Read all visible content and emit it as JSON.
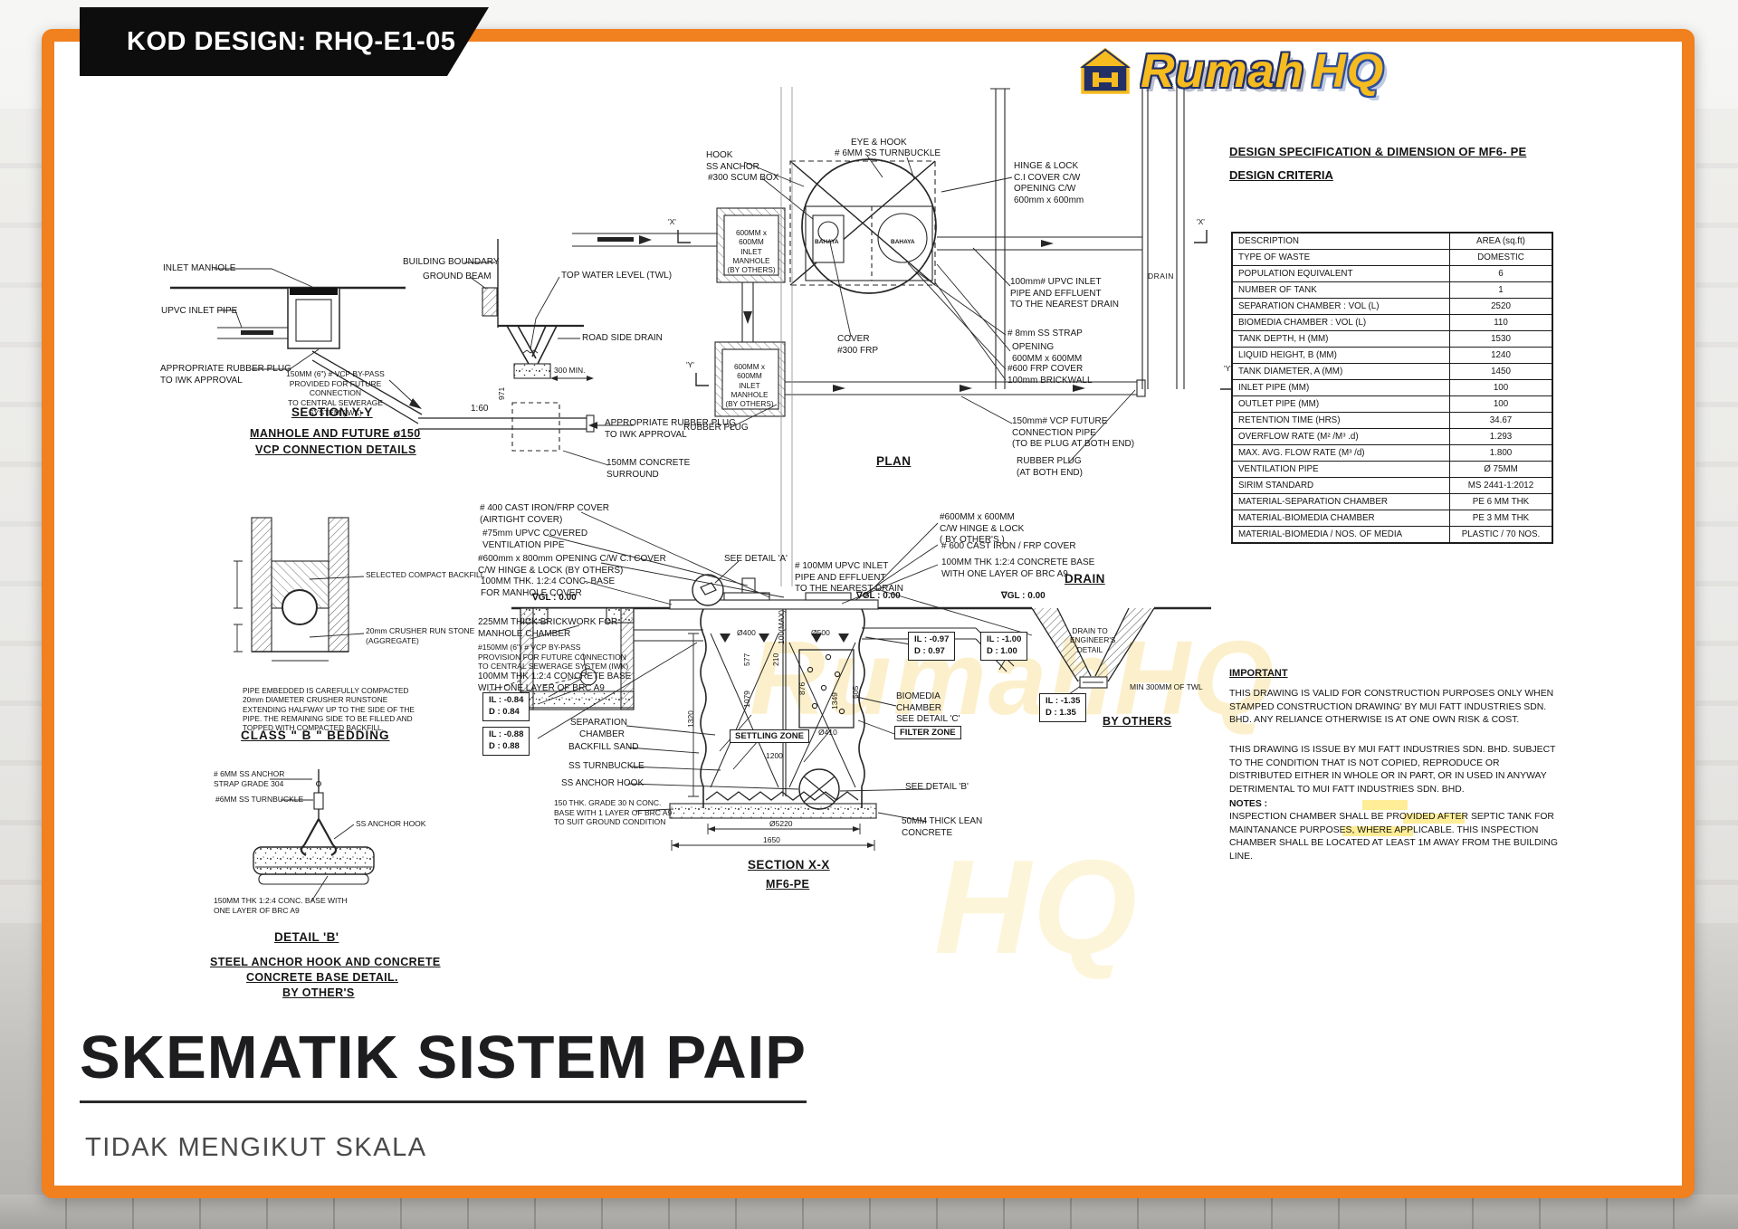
{
  "banner": {
    "text": "KOD DESIGN: RHQ-E1-05"
  },
  "logo": {
    "word1": "Rumah",
    "word2": "HQ"
  },
  "colors": {
    "frame_orange": "#f1801f",
    "banner_black": "#0d0d0d",
    "logo_yellow": "#f6bb1f",
    "logo_navy": "#223066",
    "logo_blue": "#2d4f9e",
    "ink": "#1c1c1c",
    "watermark_yellow": "#f2c532"
  },
  "watermark": {
    "text1": "RumahHQ",
    "text2": "HQ"
  },
  "section_yy": {
    "labels": {
      "inlet_manhole": "INLET MANHOLE",
      "upvc_inlet_pipe": "UPVC INLET PIPE",
      "rubber_plug": "APPROPRIATE RUBBER PLUG\nTO IWK APPROVAL",
      "building_boundary": "BUILDING BOUNDARY",
      "ground_beam": "GROUND BEAM",
      "top_water_level": "TOP WATER LEVEL (TWL)",
      "road_side_drain": "ROAD SIDE DRAIN",
      "vcp_bypass": "150MM (6\") # VCP BY-PASS\nPROVIDED FOR FUTURE CONNECTION\nTO CENTRAL SEWERAGE SYSTEM (IWK)",
      "slope": "1:60",
      "min_300": "300 MIN.",
      "dim_971": "971",
      "rubber_plug2": "APPROPRIATE RUBBER PLUG\nTO IWK APPROVAL",
      "concrete_surround": "150MM CONCRETE\nSURROUND"
    },
    "titles": {
      "t1": "SECTION Y-Y",
      "t2": "MANHOLE AND FUTURE ø150",
      "t3": "VCP CONNECTION DETAILS"
    }
  },
  "plan": {
    "labels": {
      "hook_ss_anchor": "HOOK\nSS ANCHOR",
      "scum_box": "#300 SCUM BOX",
      "eye_hook": "EYE & HOOK",
      "turnbuckle": "# 6MM SS TURNBUCKLE",
      "inlet_manhole_a": "600MM x 600MM\nINLET MANHOLE\n(BY OTHERS)",
      "inlet_manhole_b": "600MM x 600MM\nINLET MANHOLE\n(BY OTHERS)",
      "bahaya_a": "BAHAYA",
      "bahaya_b": "BAHAYA",
      "hinge_lock": "HINGE & LOCK\nC.I COVER C/W\nOPENING C/W\n600mm x 600mm",
      "upvc_inlet": "100mm# UPVC INLET\nPIPE AND EFFLUENT\nTO THE NEAREST DRAIN",
      "ss_strap": "# 8mm SS STRAP",
      "opening": "OPENING\n600MM x 600MM",
      "frp_cover": "#600 FRP COVER",
      "brickwall": "100mm BRICKWALL",
      "cover_frp": "COVER\n#300 FRP",
      "rubber_plug": "RUBBER PLUG",
      "vcp_future": "150mm# VCP FUTURE\nCONNECTION PIPE\n(TO BE PLUG AT BOTH END)",
      "rubber_plug_both": "RUBBER PLUG\n(AT BOTH END)",
      "drain": "DRAIN",
      "marker_x_left": "'X'",
      "marker_x_right": "'X'",
      "marker_y_left": "'Y'",
      "marker_y_right": "'Y'"
    },
    "title": "PLAN"
  },
  "class_b": {
    "labels": {
      "backfill": "SELECTED COMPACT BACKFILL",
      "crusher": "20mm CRUSHER RUN STONE\n(AGGREGATE)"
    },
    "note": "PIPE EMBEDDED IS CAREFULLY COMPACTED 20mm DIAMETER CRUSHER RUNSTONE EXTENDING HALFWAY UP TO THE SIDE OF THE PIPE. THE REMAINING SIDE TO BE FILLED AND TOPPED WITH COMPACTED BACKFILL.",
    "title": "CLASS \" B \"  BEDDING"
  },
  "detail_b": {
    "labels": {
      "anchor_strap": "# 6MM SS ANCHOR\nSTRAP GRADE 304",
      "turnbuckle": "#6MM SS TURNBUCKLE",
      "anchor_hook": "SS ANCHOR HOOK",
      "conc_base": "150MM THK 1:2:4 CONC. BASE WITH\nONE LAYER OF BRC A9"
    },
    "titles": {
      "t1": "DETAIL 'B'",
      "t2": "STEEL ANCHOR HOOK AND CONCRETE",
      "t3": "CONCRETE BASE DETAIL.",
      "t4": "BY OTHER'S"
    }
  },
  "section_xx": {
    "labels": {
      "cast_cover": "# 400 CAST IRON/FRP COVER\n(AIRTIGHT COVER)",
      "vent_pipe": "#75mm UPVC COVERED\nVENTILATION PIPE",
      "opening_cover": "#600mm x 800mm OPENING C/W C.I COVER\nC/W HINGE & LOCK (BY OTHERS)",
      "conc_base_cover": "100MM THK. 1:2:4 CONC. BASE\nFOR MANHOLE COVER",
      "see_detail_a": "SEE DETAIL 'A'",
      "gl_left": "∇GL : 0.00",
      "gl_mid": "∇GL : 0.00",
      "gl_right": "∇GL : 0.00",
      "brickwork": "225MM THICK BRICKWORK FOR\nMANHOLE CHAMBER",
      "vcp_bypass": "#150MM (6\") # VCP BY-PASS\nPROVISION FOR FUTURE CONNECTION\nTO CENTRAL SEWERAGE SYSTEM (IWK)",
      "conc_base_left": "100MM THK 1:2:4 CONCRETE BASE\nWITH ONE LAYER OF BRC A9",
      "il_1": "IL : -0.84\nD : 0.84",
      "il_2": "IL : -0.88\nD : 0.88",
      "separation_chamber": "SEPARATION\nCHAMBER",
      "backfill_sand": "BACKFILL SAND",
      "ss_turnbuckle": "SS TURNBUCKLE",
      "ss_anchor_hook": "SS ANCHOR HOOK",
      "grade30_base": "150 THK. GRADE 30 N CONC.\nBASE WITH 1 LAYER OF BRC A9\nTO SUIT GROUND CONDITION",
      "settling_zone": "SETTLING ZONE",
      "filter_zone": "FILTER ZONE",
      "hinge_lock": "#600MM x 600MM\nC/W HINGE & LOCK\n( BY OTHER'S )",
      "cast_frp": "# 600 CAST IRON / FRP COVER",
      "conc_base_right": "100MM THK 1:2:4 CONCRETE BASE\nWITH ONE LAYER OF BRC A9",
      "il_3": "IL : -0.97\nD : 0.97",
      "il_4": "IL : -1.00\nD : 1.00",
      "biomedia": "BIOMEDIA\nCHAMBER\nSEE DETAIL 'C'",
      "upvc_inlet": "# 100MM UPVC INLET\nPIPE AND EFFLUENT\nTO THE NEAREST DRAIN",
      "see_detail_b": "SEE DETAIL 'B'",
      "lean_concrete": "50MM THICK LEAN\nCONCRETE"
    },
    "dims": {
      "d400": "Ø400",
      "d500": "Ø500",
      "d410": "Ø410",
      "d577": "577",
      "d1079": "1079",
      "d210": "210",
      "d876": "876",
      "d1349": "1349",
      "d505": "505",
      "d1200": "1200",
      "d100max": "100(MAX)",
      "d1320": "1320",
      "d5220": "Ø5220",
      "d1650": "1650"
    },
    "titles": {
      "t1": "SECTION X-X",
      "t2": "MF6-PE"
    }
  },
  "drain_detail": {
    "title": "DRAIN",
    "labels": {
      "to_engineer": "DRAIN TO\nENGINEER'S\nDETAIL",
      "min_300": "MIN 300MM OF TWL",
      "il_5": "IL : -1.35\nD : 1.35"
    },
    "by_others": "BY OTHERS"
  },
  "spec": {
    "title": "DESIGN SPECIFICATION & DIMENSION OF MF6- PE",
    "subtitle": "DESIGN CRITERIA",
    "rows": [
      {
        "label": "DESCRIPTION",
        "value": "AREA (sq.ft)"
      },
      {
        "label": "TYPE OF WASTE",
        "value": "DOMESTIC"
      },
      {
        "label": "POPULATION EQUIVALENT",
        "value": "6"
      },
      {
        "label": "NUMBER OF TANK",
        "value": "1"
      },
      {
        "label": "SEPARATION CHAMBER : VOL (L)",
        "value": "2520"
      },
      {
        "label": "BIOMEDIA CHAMBER : VOL (L)",
        "value": "110"
      },
      {
        "label": "TANK DEPTH, H (MM)",
        "value": "1530"
      },
      {
        "label": "LIQUID HEIGHT, B (MM)",
        "value": "1240"
      },
      {
        "label": "TANK DIAMETER, A (MM)",
        "value": "1450"
      },
      {
        "label": "INLET PIPE (MM)",
        "value": "100"
      },
      {
        "label": "OUTLET PIPE (MM)",
        "value": "100"
      },
      {
        "label": "RETENTION TIME (HRS)",
        "value": "34.67"
      },
      {
        "label": "OVERFLOW RATE (M² /M³ .d)",
        "value": "1.293"
      },
      {
        "label": "MAX.  AVG. FLOW RATE (M³ /d)",
        "value": "1.800"
      },
      {
        "label": "VENTILATION PIPE",
        "value": "Ø 75MM"
      },
      {
        "label": "SIRIM STANDARD",
        "value": "MS 2441-1:2012"
      },
      {
        "label": "MATERIAL-SEPARATION CHAMBER",
        "value": "PE 6 MM THK"
      },
      {
        "label": "MATERIAL-BIOMEDIA CHAMBER",
        "value": "PE 3 MM THK"
      },
      {
        "label": "MATERIAL-BIOMEDIA / NOS. OF MEDIA",
        "value": "PLASTIC / 70 NOS."
      }
    ]
  },
  "important": {
    "title": "IMPORTANT",
    "para1": "THIS DRAWING IS VALID FOR CONSTRUCTION PURPOSES ONLY WHEN STAMPED CONSTRUCTION DRAWING' BY MUI FATT INDUSTRIES SDN. BHD. ANY RELIANCE OTHERWISE IS AT ONE OWN RISK & COST.",
    "para2": "THIS DRAWING IS ISSUE BY MUI FATT INDUSTRIES SDN. BHD. SUBJECT TO THE CONDITION THAT IS NOT COPIED, REPRODUCE OR DISTRIBUTED EITHER IN WHOLE OR IN PART, OR IN USED IN ANYWAY DETRIMENTAL TO MUI FATT INDUSTRIES SDN. BHD.",
    "notes_title": "NOTES :",
    "notes_body": "INSPECTION CHAMBER SHALL BE PROVIDED AFTER SEPTIC TANK FOR MAINTANANCE PURPOSES, WHERE APPLICABLE. THIS INSPECTION  CHAMBER SHALL BE LOCATED AT LEAST 1M AWAY FROM THE BUILDING LINE."
  },
  "footer": {
    "title": "SKEMATIK SISTEM PAIP",
    "subtitle": "TIDAK MENGIKUT SKALA"
  }
}
